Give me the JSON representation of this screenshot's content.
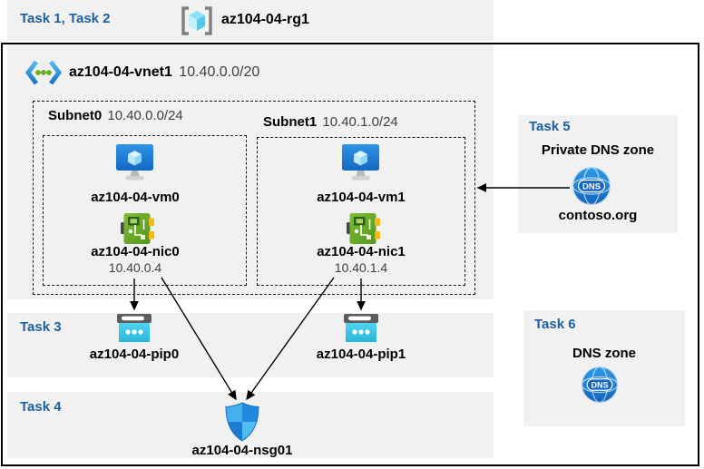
{
  "colors": {
    "band_fill": "#f1f1f1",
    "task_label_blue": "#1e5f9e",
    "secondary_text": "#3f3f3f",
    "arrow": "#000000",
    "vm_icon_blue": "#1f7ed6",
    "nic_icon_green": "#6cb22a",
    "pip_icon_cyan": "#35c4e8",
    "dns_icon_blue": "#1f86dc"
  },
  "header": {
    "tasks": "Task 1, Task 2",
    "resource_group": "az104-04-rg1"
  },
  "vnet": {
    "name": "az104-04-vnet1",
    "cidr": "10.40.0.0/20"
  },
  "subnets": [
    {
      "name": "Subnet0",
      "cidr": "10.40.0.0/24",
      "vm": "az104-04-vm0",
      "nic": "az104-04-nic0",
      "nic_ip": "10.40.0.4"
    },
    {
      "name": "Subnet1",
      "cidr": "10.40.1.0/24",
      "vm": "az104-04-vm1",
      "nic": "az104-04-nic1",
      "nic_ip": "10.40.1.4"
    }
  ],
  "task3": {
    "label": "Task 3",
    "pip0": "az104-04-pip0",
    "pip1": "az104-04-pip1"
  },
  "task4": {
    "label": "Task 4",
    "nsg": "az104-04-nsg01"
  },
  "task5": {
    "label": "Task 5",
    "title": "Private DNS zone",
    "zone_name": "contoso.org"
  },
  "task6": {
    "label": "Task 6",
    "title": "DNS zone"
  },
  "icons": {
    "resource_group": "resource-group-icon",
    "vnet": "virtual-network-icon",
    "vm": "virtual-machine-icon",
    "nic": "network-interface-icon",
    "pip": "public-ip-icon",
    "nsg": "nsg-shield-icon",
    "dns": "dns-globe-icon",
    "dns_icon_text": "DNS"
  }
}
